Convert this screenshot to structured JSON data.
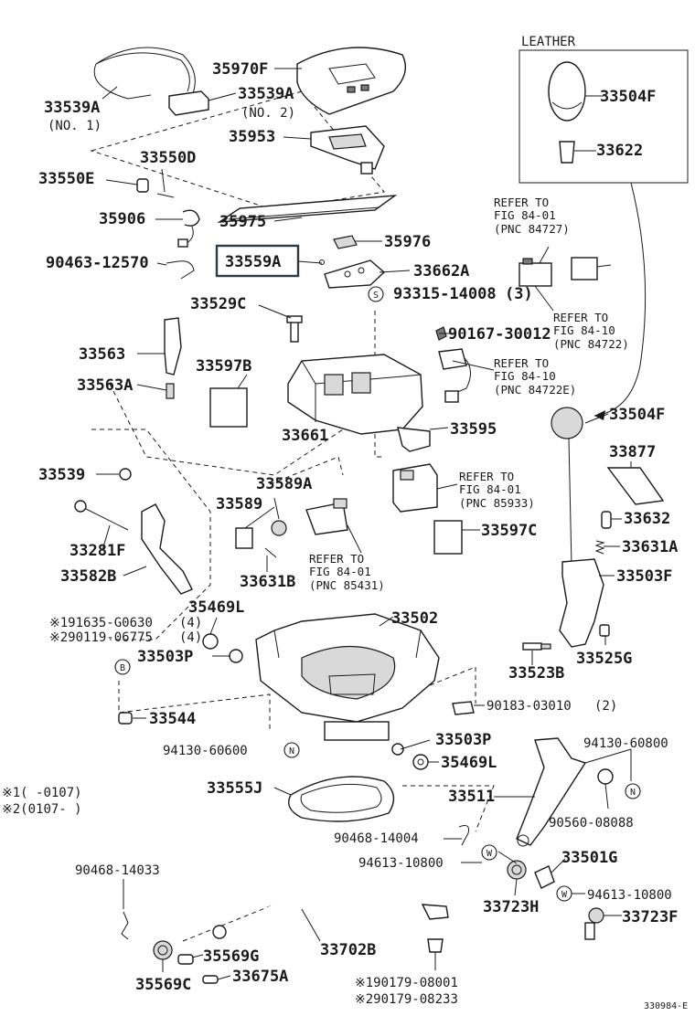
{
  "labels": {
    "l35970F": "35970F",
    "l33539A_1": "33539A",
    "l_no1": "(NO. 1)",
    "l33539A_2": "33539A",
    "l_no2": "(NO. 2)",
    "l35953": "35953",
    "l33550D": "33550D",
    "l33550E": "33550E",
    "l35906": "35906",
    "l35975": "35975",
    "l35976": "35976",
    "l90463": "90463-12570",
    "l33559A": "33559A",
    "l33662A": "33662A",
    "l93315": "93315-14008",
    "l93315_paren": "(3)",
    "l33529C": "33529C",
    "l33563": "33563",
    "l33563A": "33563A",
    "l33597B": "33597B",
    "l33661": "33661",
    "l90167": "90167-30012",
    "l33595": "33595",
    "l33539": "33539",
    "l33281F": "33281F",
    "l33582B": "33582B",
    "l33589A": "33589A",
    "l33589": "33589",
    "l33631B": "33631B",
    "l33597C": "33597C",
    "l35469L_1": "35469L",
    "l91635": "※191635-G0630",
    "l91635_q": "(4)",
    "l90119": "※290119-06775",
    "l90119_q": "(4)",
    "l33503P_1": "33503P",
    "l33502": "33502",
    "l33544": "33544",
    "l90183": "90183-03010",
    "l90183_q": "(2)",
    "l94130_1": "94130-60600",
    "l33503P_2": "33503P",
    "l35469L_2": "35469L",
    "l33555J": "33555J",
    "l33511": "33511",
    "l90468_14004": "90468-14004",
    "l94613_1": "94613-10800",
    "l90468_14033": "90468-14033",
    "l33702B": "33702B",
    "l35569G": "35569G",
    "l35569C": "35569C",
    "l33675A": "33675A",
    "l90179_1": "※190179-08001",
    "l90179_2": "※290179-08233",
    "l33504F_1": "33504F",
    "l33622": "33622",
    "l33504F_2": "33504F",
    "l33877": "33877",
    "l33632": "33632",
    "l33631A": "33631A",
    "l33503F": "33503F",
    "l33525G": "33525G",
    "l33523B": "33523B",
    "l94130_2": "94130-60800",
    "l90560": "90560-08088",
    "l33501G": "33501G",
    "l94613_2": "94613-10800",
    "l33723H": "33723H",
    "l33723F": "33723F",
    "leather": "LEATHER",
    "code": "330984-E"
  },
  "refer_notes": {
    "r1": [
      "REFER TO",
      "FIG 84-01",
      "(PNC 84727)"
    ],
    "r2": [
      "REFER TO",
      "FIG 84-10",
      "(PNC 84722)"
    ],
    "r3": [
      "REFER TO",
      "FIG 84-10",
      "(PNC 84722E)"
    ],
    "r4": [
      "REFER TO",
      "FIG 84-01",
      "(PNC 85933)"
    ],
    "r5": [
      "REFER TO",
      "FIG 84-01",
      "(PNC 85431)"
    ]
  },
  "footnotes": {
    "f1": "※1(      -0107)",
    "f2": "※2(0107-      )"
  },
  "callouts": {
    "S": "S",
    "B": "B",
    "N": "N",
    "W": "W"
  },
  "highlight_label": "33559A"
}
